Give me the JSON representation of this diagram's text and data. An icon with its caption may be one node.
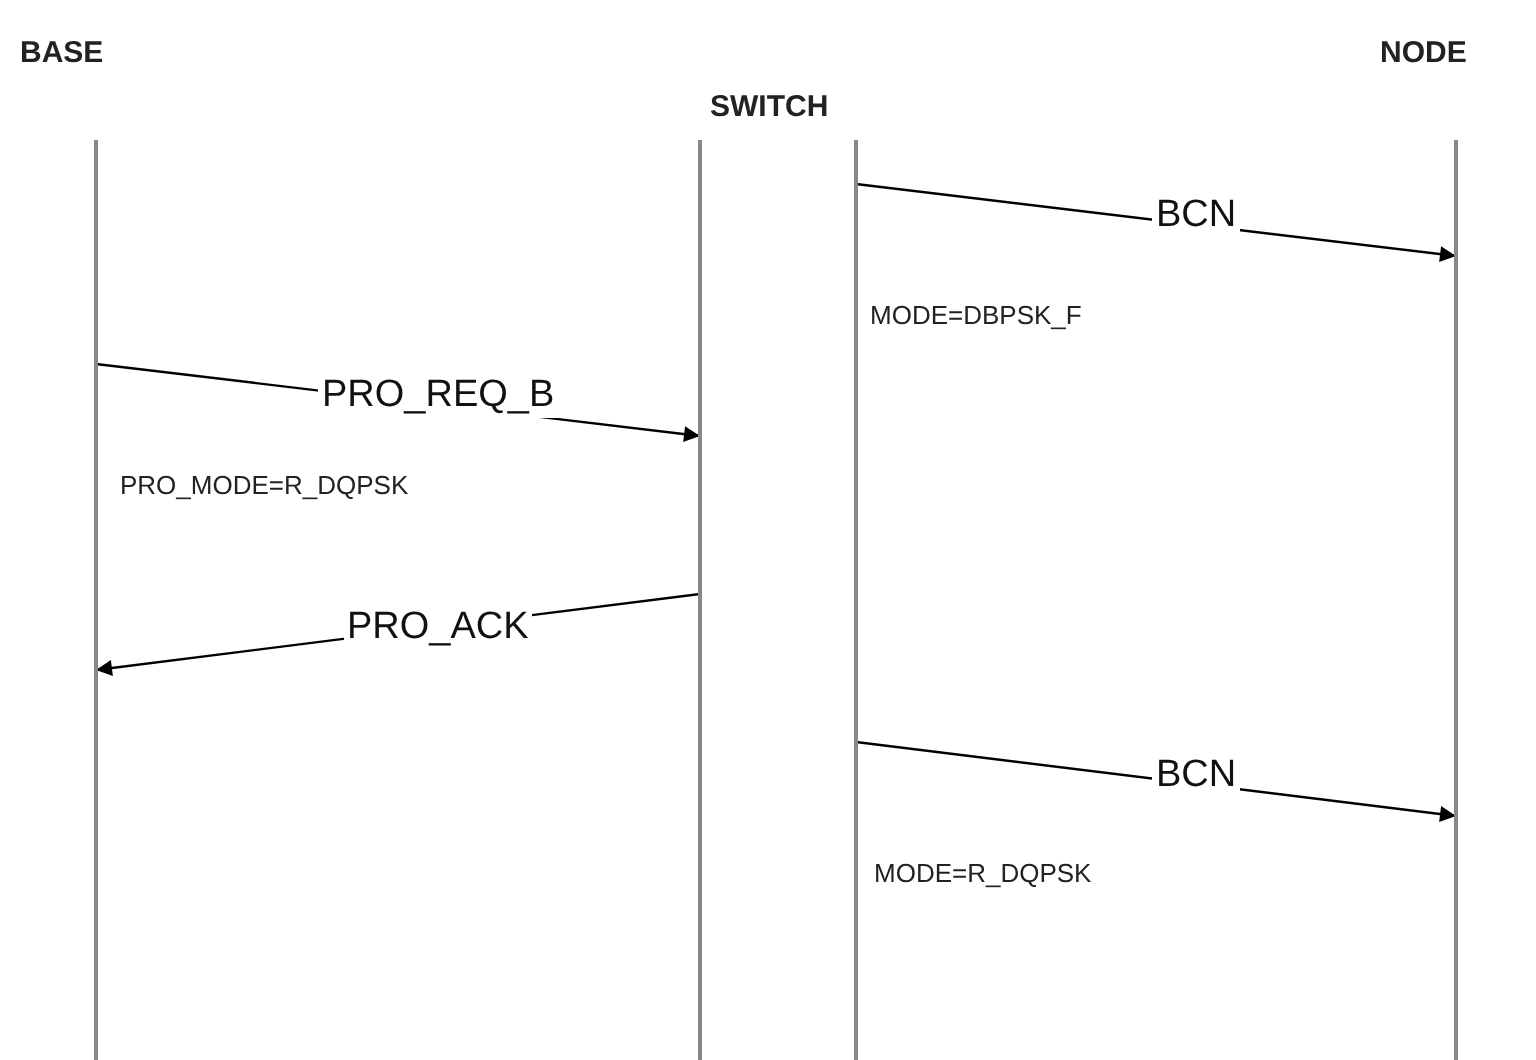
{
  "diagram": {
    "nodes": [
      {
        "text": [
          "BASE"
        ]
      },
      {
        "text": [
          "SWITCH"
        ]
      },
      {
        "text": [
          "NODE"
        ]
      }
    ],
    "edges": [
      {
        "from": 1,
        "to": 2,
        "arrow": "to",
        "label": "BCN"
      },
      {
        "from": 0,
        "to": 1,
        "arrow": "to",
        "label": "PRO_REQ_B"
      },
      {
        "from": 1,
        "to": 0,
        "arrow": "to",
        "label": "PRO_ACK"
      },
      {
        "from": 1,
        "to": 2,
        "arrow": "to",
        "label": "BCN"
      }
    ],
    "labels": [
      "MODE=DBPSK_F",
      "PRO_MODE=R_DQPSK",
      "MODE=R_DQPSK"
    ]
  }
}
